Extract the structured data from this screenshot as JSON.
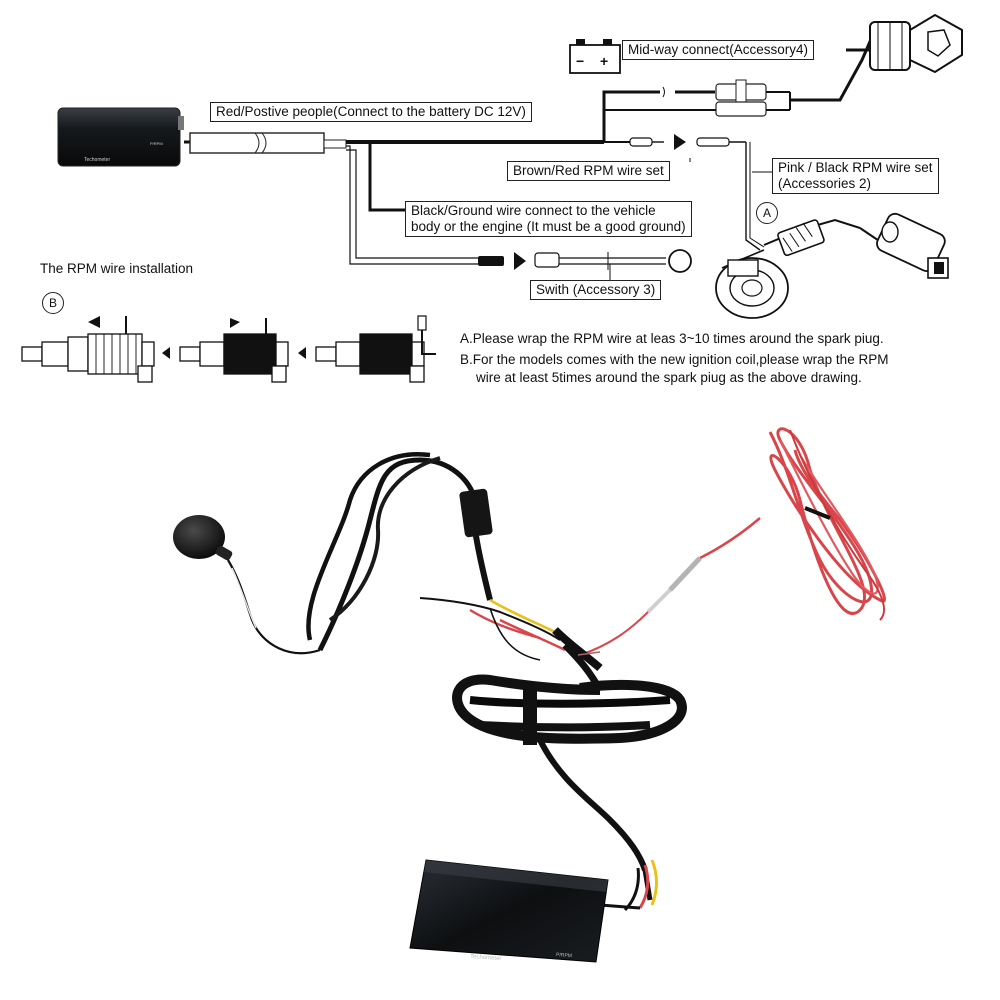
{
  "labels": {
    "midway": "Mid-way connect(Accessory4)",
    "red_positive": "Red/Postive people(Connect to the battery DC 12V)",
    "brown_red": "Brown/Red RPM wire set",
    "pink_black_1": "Pink / Black RPM wire set",
    "pink_black_2": "(Accessories 2)",
    "black_ground_1": "Black/Ground wire connect to the vehicle",
    "black_ground_2": "body or the engine (It must be a good ground)",
    "switch": "Swith (Accessory 3)",
    "rpm_install": "The RPM wire installation",
    "circle_a": "A",
    "circle_b": "B"
  },
  "device": {
    "name": "Techometer",
    "mode": "P/RPM"
  },
  "notes": {
    "a": "A.Please wrap the RPM wire at leas 3~10 times around the spark piug.",
    "b1": "B.For the models comes with the new ignition coil,please wrap the RPM",
    "b2": "wire at least 5times around the spark piug as the above drawing."
  },
  "colors": {
    "wire_black": "#111111",
    "wire_red": "#d8464b",
    "wire_yellow": "#e8c21a",
    "wire_white": "#f2f2f2",
    "device_body": "#101316",
    "battery_minus": "#111111",
    "battery_plus": "#111111"
  }
}
